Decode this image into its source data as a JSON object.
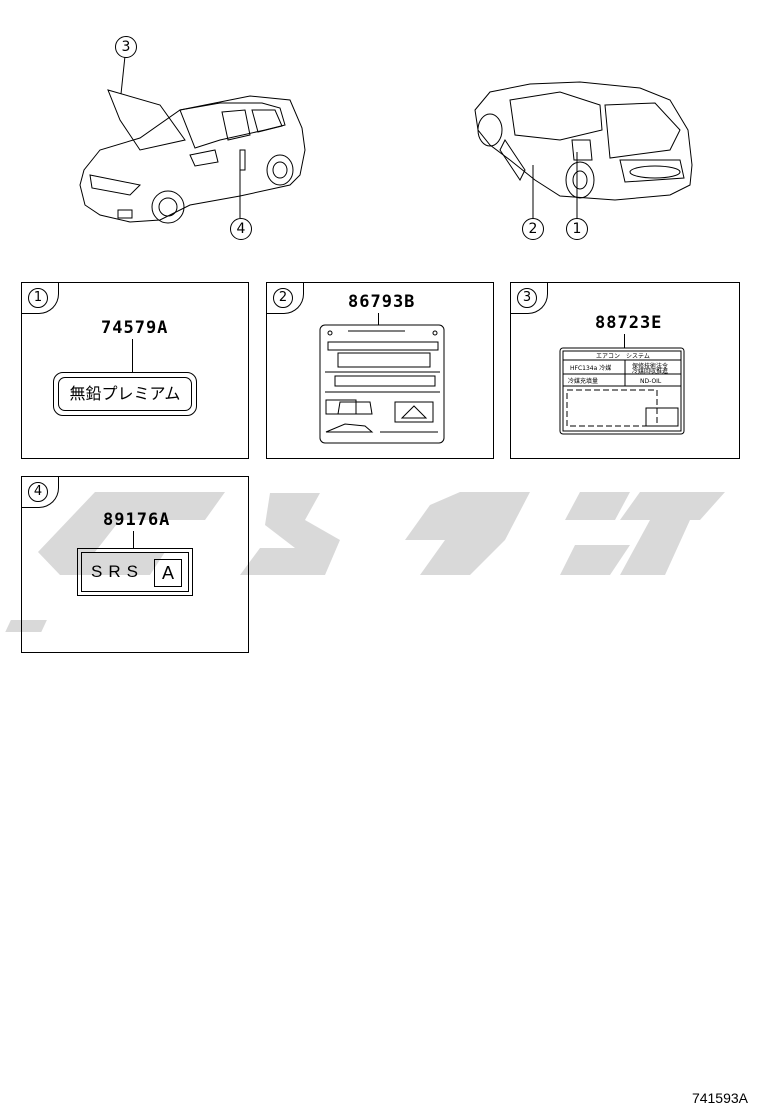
{
  "callouts": {
    "front_hood": "3",
    "front_door": "4",
    "rear_door": "2",
    "rear_wheel": "1"
  },
  "panels": [
    {
      "number": "1",
      "code": "74579A",
      "label_text": "無鉛プレミアム"
    },
    {
      "number": "2",
      "code": "86793B"
    },
    {
      "number": "3",
      "code": "88723E",
      "label_lines": [
        "エアコン　システム",
        "HFC134a 冷媒",
        "保修技術法令",
        "冷媒回収推進",
        "冷媒充填量",
        "ND-OIL"
      ]
    },
    {
      "number": "4",
      "code": "89176A",
      "label_text": "SRS",
      "label_box": "A"
    }
  ],
  "diagram_id": "741593A"
}
